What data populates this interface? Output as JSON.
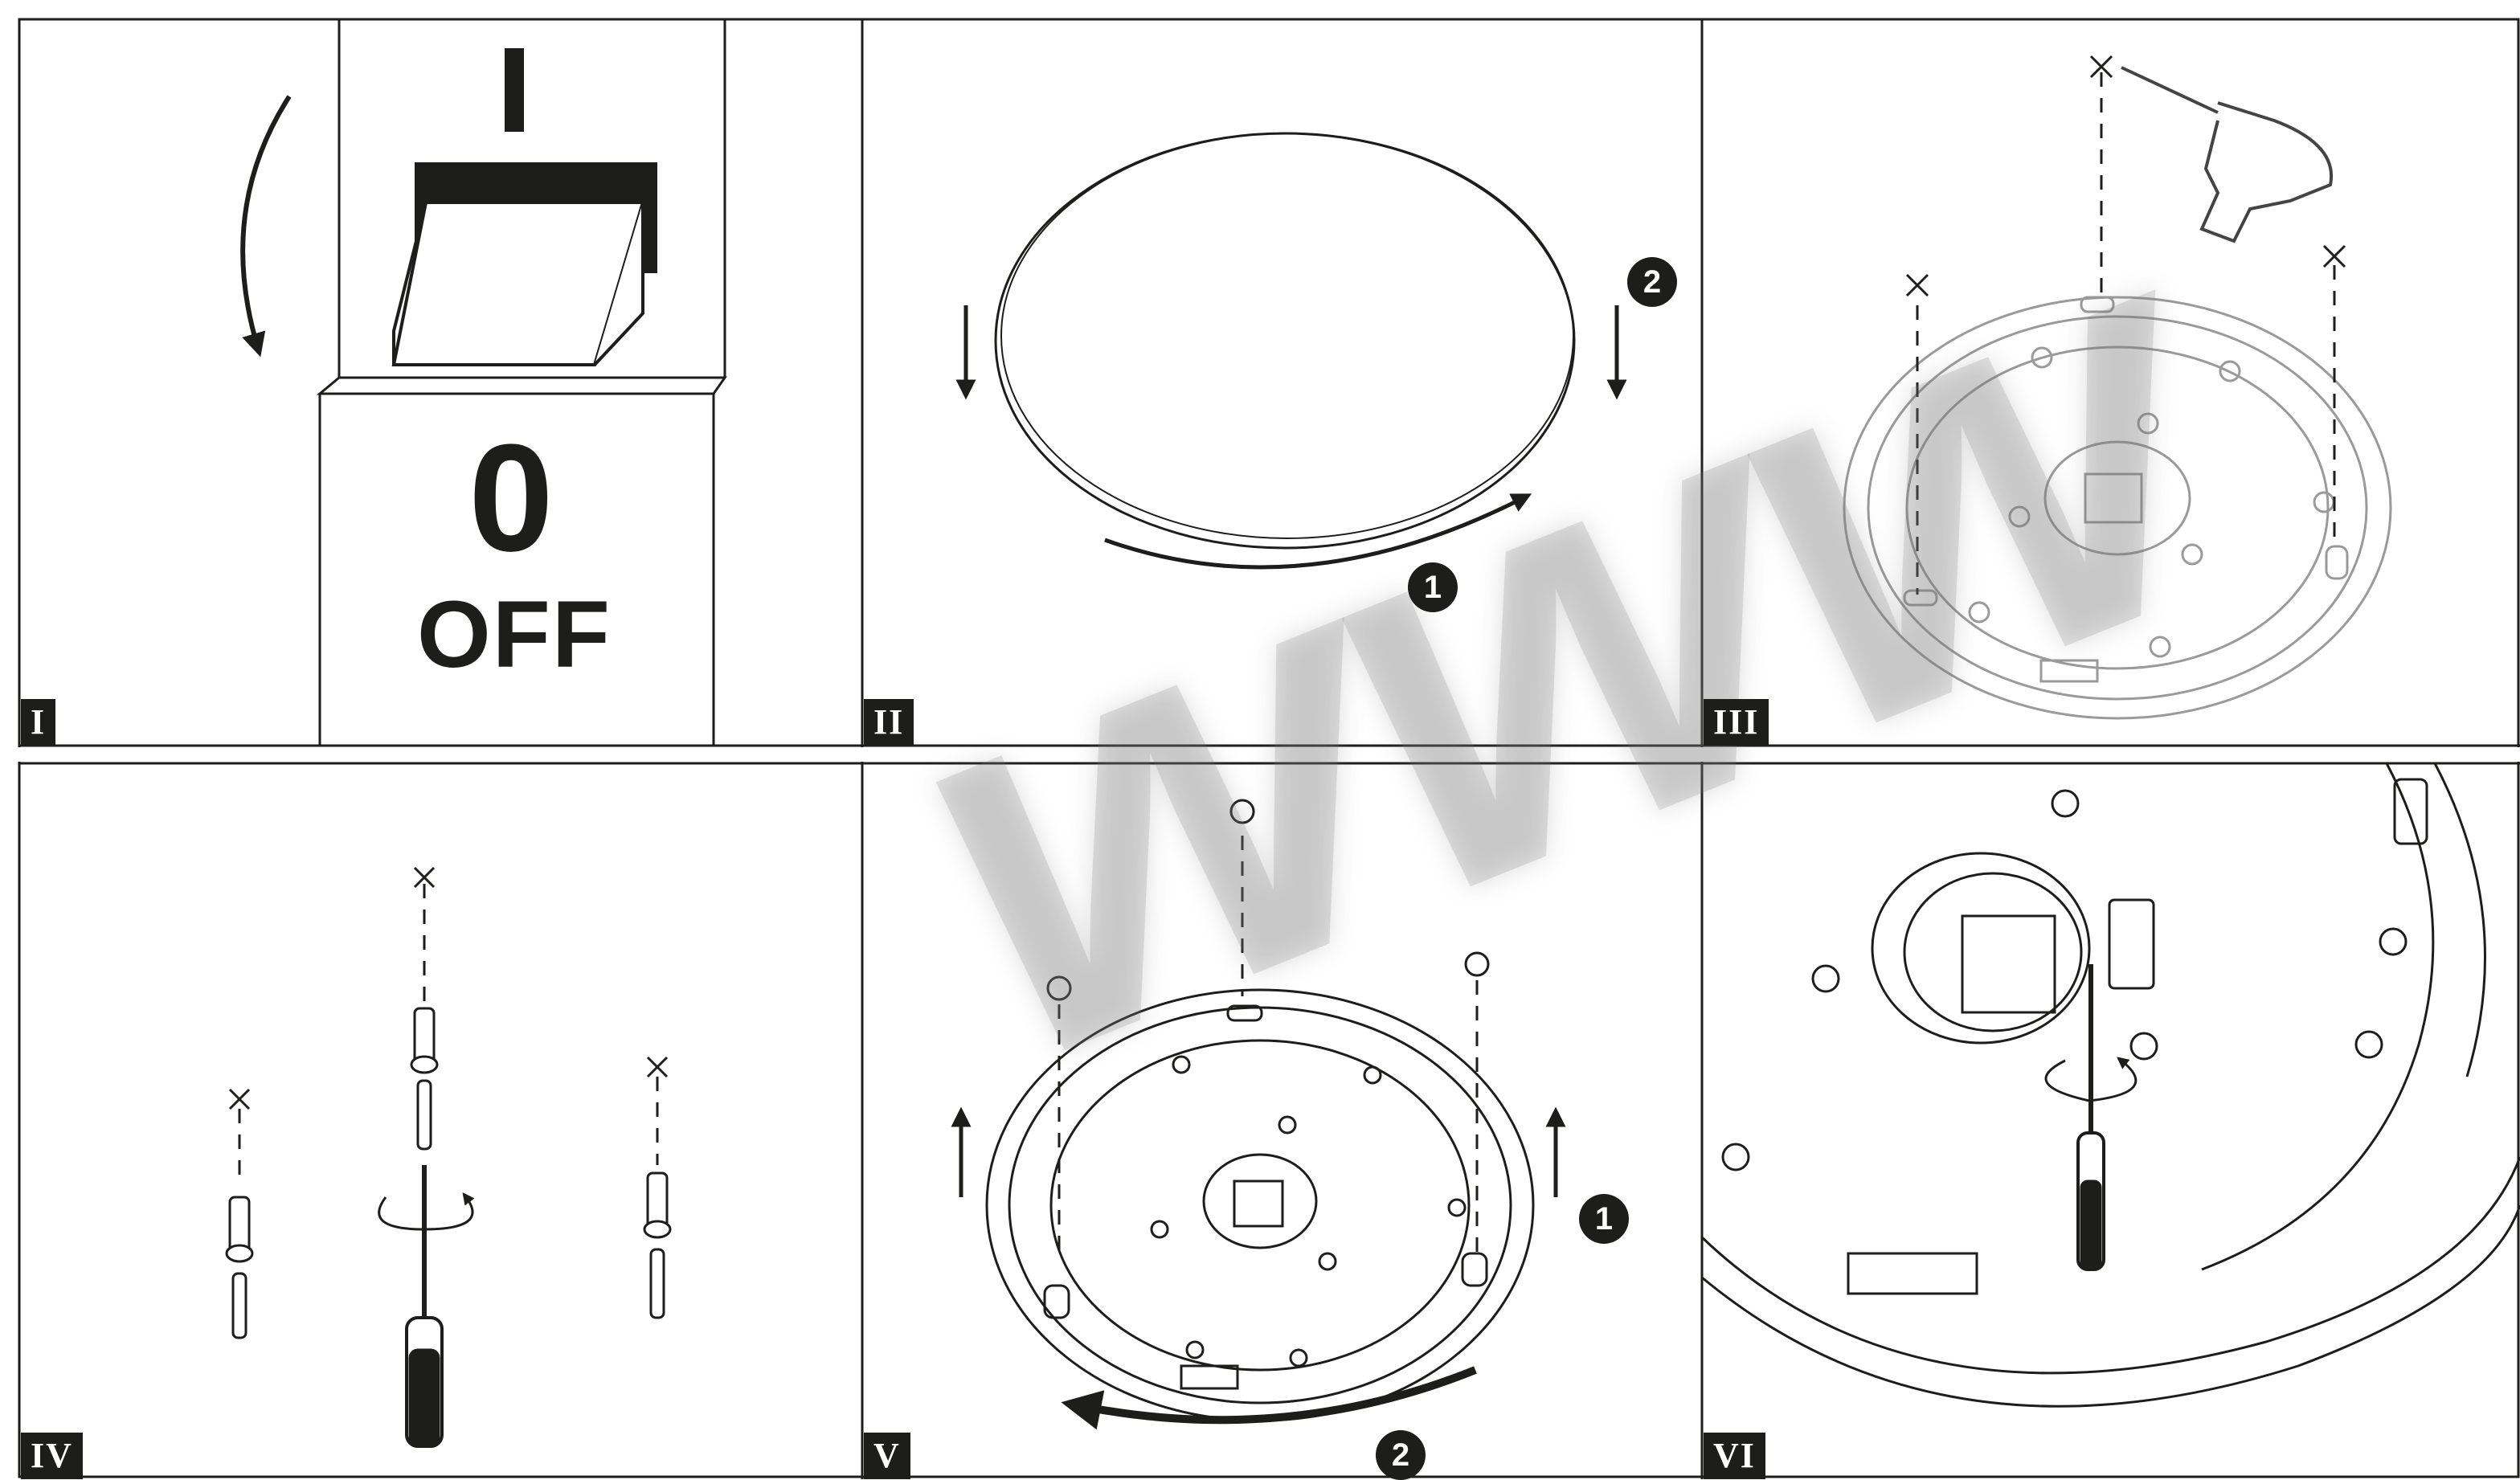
{
  "steps": [
    {
      "label": "I"
    },
    {
      "label": "II"
    },
    {
      "label": "III"
    },
    {
      "label": "IV"
    },
    {
      "label": "V"
    },
    {
      "label": "VI"
    }
  ],
  "switch_panel": {
    "on_symbol": "I",
    "off_symbol": "0",
    "off_text": "OFF"
  },
  "badges": {
    "step2_rotate": "1",
    "step2_lower": "2",
    "step5_lift": "1",
    "step5_rotate": "2"
  },
  "watermark": "www",
  "colors": {
    "ink": "#1d1d1b",
    "line_art": "#333333",
    "faded_line_art": "#9a9a9a",
    "watermark": "#787878"
  }
}
